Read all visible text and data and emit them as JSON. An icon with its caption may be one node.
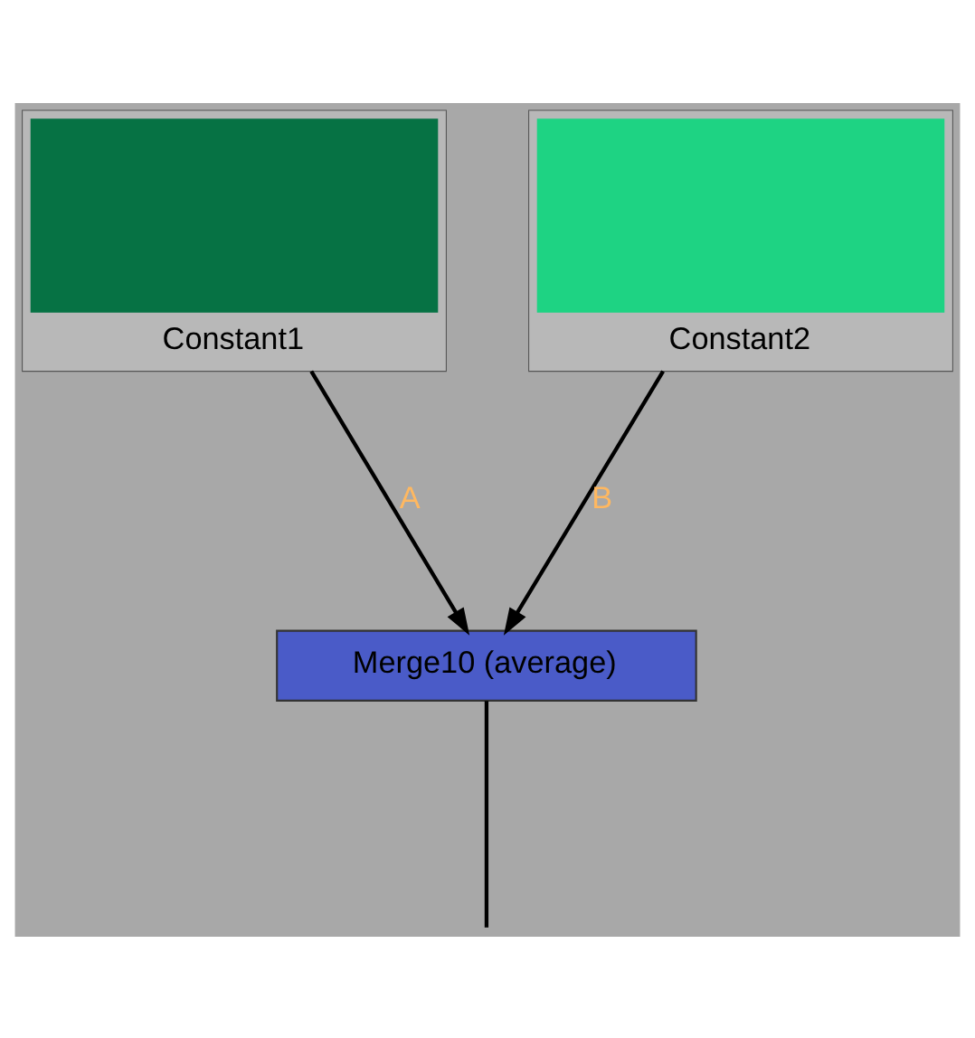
{
  "diagram": {
    "nodes": [
      {
        "text": [
          "Constant1"
        ]
      },
      {
        "text": [
          "Constant2"
        ]
      },
      {
        "text": [
          "Merge10 (average)"
        ]
      }
    ],
    "edges": [
      {
        "from": 0,
        "to": 2,
        "arrow": "to",
        "label": "A"
      },
      {
        "from": 1,
        "to": 2,
        "arrow": "to",
        "label": "B"
      },
      {
        "from": 2,
        "to": null,
        "arrow": "none"
      }
    ]
  }
}
